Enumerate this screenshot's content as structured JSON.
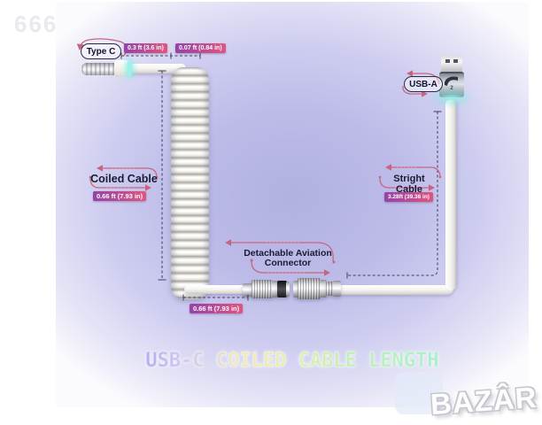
{
  "overlay": {
    "listing_id": "666",
    "watermark": "BAZÂR"
  },
  "title": {
    "text": "USB-C COILED CABLE LENGTH"
  },
  "connectors": {
    "type_c": {
      "label": "Type C"
    },
    "usb_a": {
      "label": "USB-A",
      "badge_number": "2"
    },
    "aviation": {
      "label_line1": "Detachable Aviation",
      "label_line2": "Connector"
    }
  },
  "segments": {
    "top_first": {
      "length": "0.3 ft (3.6 in)"
    },
    "top_second": {
      "length": "0.07 ft (0.84 in)"
    },
    "coiled": {
      "label": "Coiled Cable",
      "length": "0.66 ft (7.93 in)"
    },
    "straight": {
      "label": "Stright Cable",
      "length": "3.28ft (39.36 in)"
    },
    "bottom": {
      "length": "0.66 ft (7.93 in)"
    }
  },
  "colors": {
    "background_lavender": "#bcbbe8",
    "accent_pink": "#c9647f",
    "badge_gradient_start": "#9344a8",
    "badge_gradient_end": "#e0557f",
    "dash_line": "#3f3f5c",
    "glow_teal": "#8fe8e0"
  }
}
